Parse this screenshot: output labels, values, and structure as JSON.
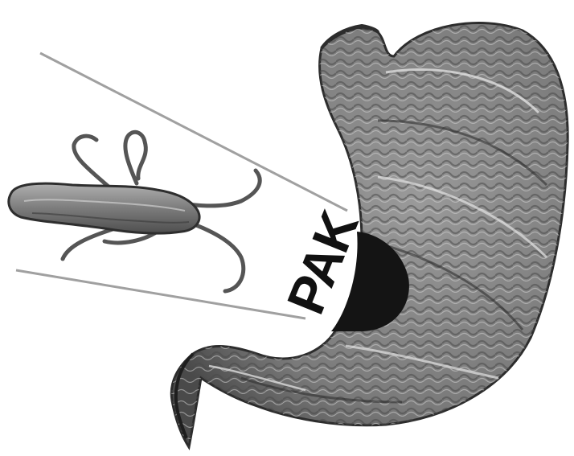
{
  "illustration": {
    "label": "PAK",
    "colors": {
      "background": "#ffffff",
      "stomach_fill": "#8c8c8c",
      "stomach_dark": "#3c3c3c",
      "stomach_light": "#d8d8d8",
      "bacterium_fill": "#7a7a7a",
      "pointer_lines": "#a0a0a0",
      "lesion": "#141414",
      "label_text": "#111111"
    },
    "icons": [
      "bacterium-illustration",
      "stomach-illustration",
      "magnifier-lines"
    ]
  }
}
